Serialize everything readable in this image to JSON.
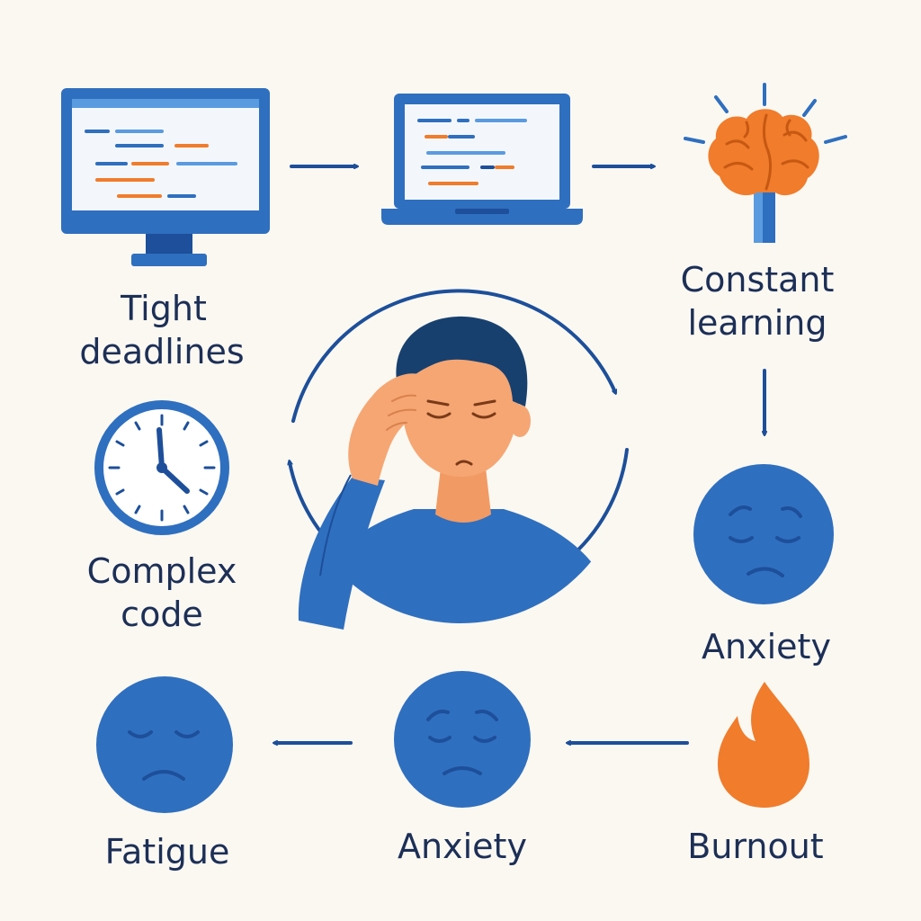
{
  "colors": {
    "background": "#fbf8f1",
    "primary_blue": "#2f6fbf",
    "dark_blue": "#1d4f9a",
    "light_blue": "#5a9be0",
    "screen": "#f3f7fc",
    "orange": "#f07c2c",
    "skin": "#f6a673",
    "hair": "#17406f",
    "label_text": "#1c2f57"
  },
  "nodes": {
    "tight_deadlines": {
      "label_line1": "Tight",
      "label_line2": "deadlines",
      "icon": "desktop-monitor-icon"
    },
    "laptop": {
      "icon": "laptop-code-icon"
    },
    "constant_learning": {
      "label_line1": "Constant",
      "label_line2": "learning",
      "icon": "brain-lightbulb-icon"
    },
    "complex_code": {
      "label_line1": "Complex",
      "label_line2": "code",
      "icon": "clock-icon"
    },
    "anxiety_right": {
      "label": "Anxiety",
      "icon": "worried-face-icon"
    },
    "burnout": {
      "label": "Burnout",
      "icon": "flame-icon"
    },
    "anxiety_bottom": {
      "label": "Anxiety",
      "icon": "worried-face-icon"
    },
    "fatigue": {
      "label": "Fatigue",
      "icon": "tired-face-icon"
    },
    "center": {
      "icon": "stressed-person-icon",
      "cycle": "circular-arrows-icon"
    }
  }
}
